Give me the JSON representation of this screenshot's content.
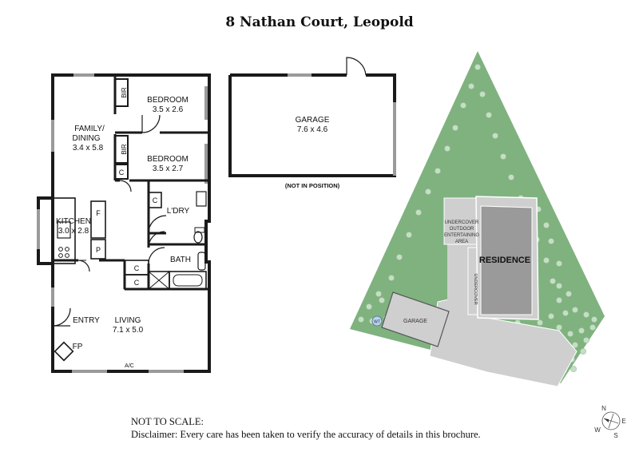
{
  "title": "8 Nathan Court, Leopold",
  "rooms": {
    "bedroom1": {
      "name": "BEDROOM",
      "size": "3.5 x 2.6"
    },
    "bedroom2": {
      "name": "BEDROOM",
      "size": "3.5 x 2.7"
    },
    "family": {
      "name1": "FAMILY/",
      "name2": "DINING",
      "size": "3.4 x 5.8"
    },
    "kitchen": {
      "name": "KITCHEN",
      "size": "3.0 x 2.8"
    },
    "living": {
      "name": "LIVING",
      "size": "7.1 x 5.0"
    },
    "entry": "ENTRY",
    "fp": "FP",
    "ac": "A/C",
    "laundry": "L'DRY",
    "bath": "BATH",
    "bir": "BIR",
    "cupboard": "C",
    "fridge": "F",
    "pantry": "P"
  },
  "garage": {
    "name": "GARAGE",
    "size": "7.6 x 4.6",
    "note": "(NOT IN POSITION)"
  },
  "site": {
    "residence": "RESIDENCE",
    "undercover_area": [
      "UNDERCOVER",
      "OUTDOOR",
      "ENTERTAINING",
      "AREA"
    ],
    "undercover": "UNDERCOVER",
    "garage": "GARAGE",
    "wt": "WT"
  },
  "compass": {
    "n": "N",
    "e": "E",
    "s": "S",
    "w": "W"
  },
  "disclaimer": {
    "line1": "NOT TO SCALE:",
    "line2": "Disclaimer: Every care has been taken to verify the accuracy of details in this brochure."
  },
  "colors": {
    "wall": "#1a1a1a",
    "lawn": "#7fb27f",
    "tree": "#c5dec5",
    "paving": "#cfcfcf",
    "residence": "#9a9a9a",
    "window": "#9a9a9a"
  }
}
